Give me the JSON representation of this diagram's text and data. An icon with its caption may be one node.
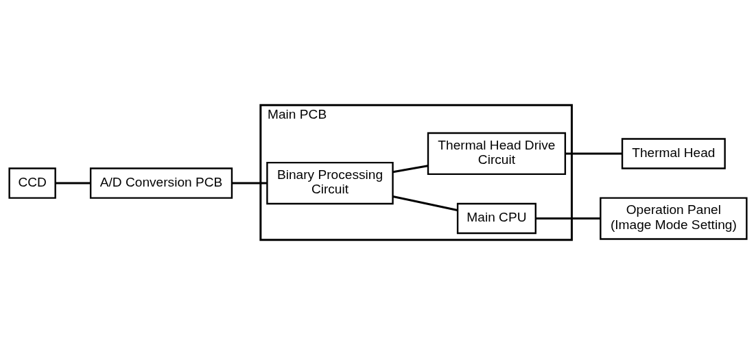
{
  "diagram": {
    "nodes": [
      {
        "text": [
          "CCD"
        ]
      },
      {
        "text": [
          "A/D Conversion PCB"
        ]
      },
      {
        "text": [
          "Main PCB"
        ]
      },
      {
        "text": [
          "Binary Processing Circuit"
        ],
        "in": 2
      },
      {
        "text": [
          "Thermal Head Drive Circuit"
        ],
        "in": 2
      },
      {
        "text": [
          "Main CPU"
        ],
        "in": 2
      },
      {
        "text": [
          "Thermal Head"
        ]
      },
      {
        "text": [
          "Operation Panel (Image Mode Setting)"
        ]
      }
    ],
    "edges": [
      {
        "from": 0,
        "to": 1,
        "arrow": "none"
      },
      {
        "from": 1,
        "to": 3,
        "arrow": "none"
      },
      {
        "from": 3,
        "to": 4,
        "arrow": "none"
      },
      {
        "from": 4,
        "to": 6,
        "arrow": "none"
      },
      {
        "from": 3,
        "to": 5,
        "arrow": "none"
      },
      {
        "from": 5,
        "to": 7,
        "arrow": "none"
      }
    ]
  }
}
